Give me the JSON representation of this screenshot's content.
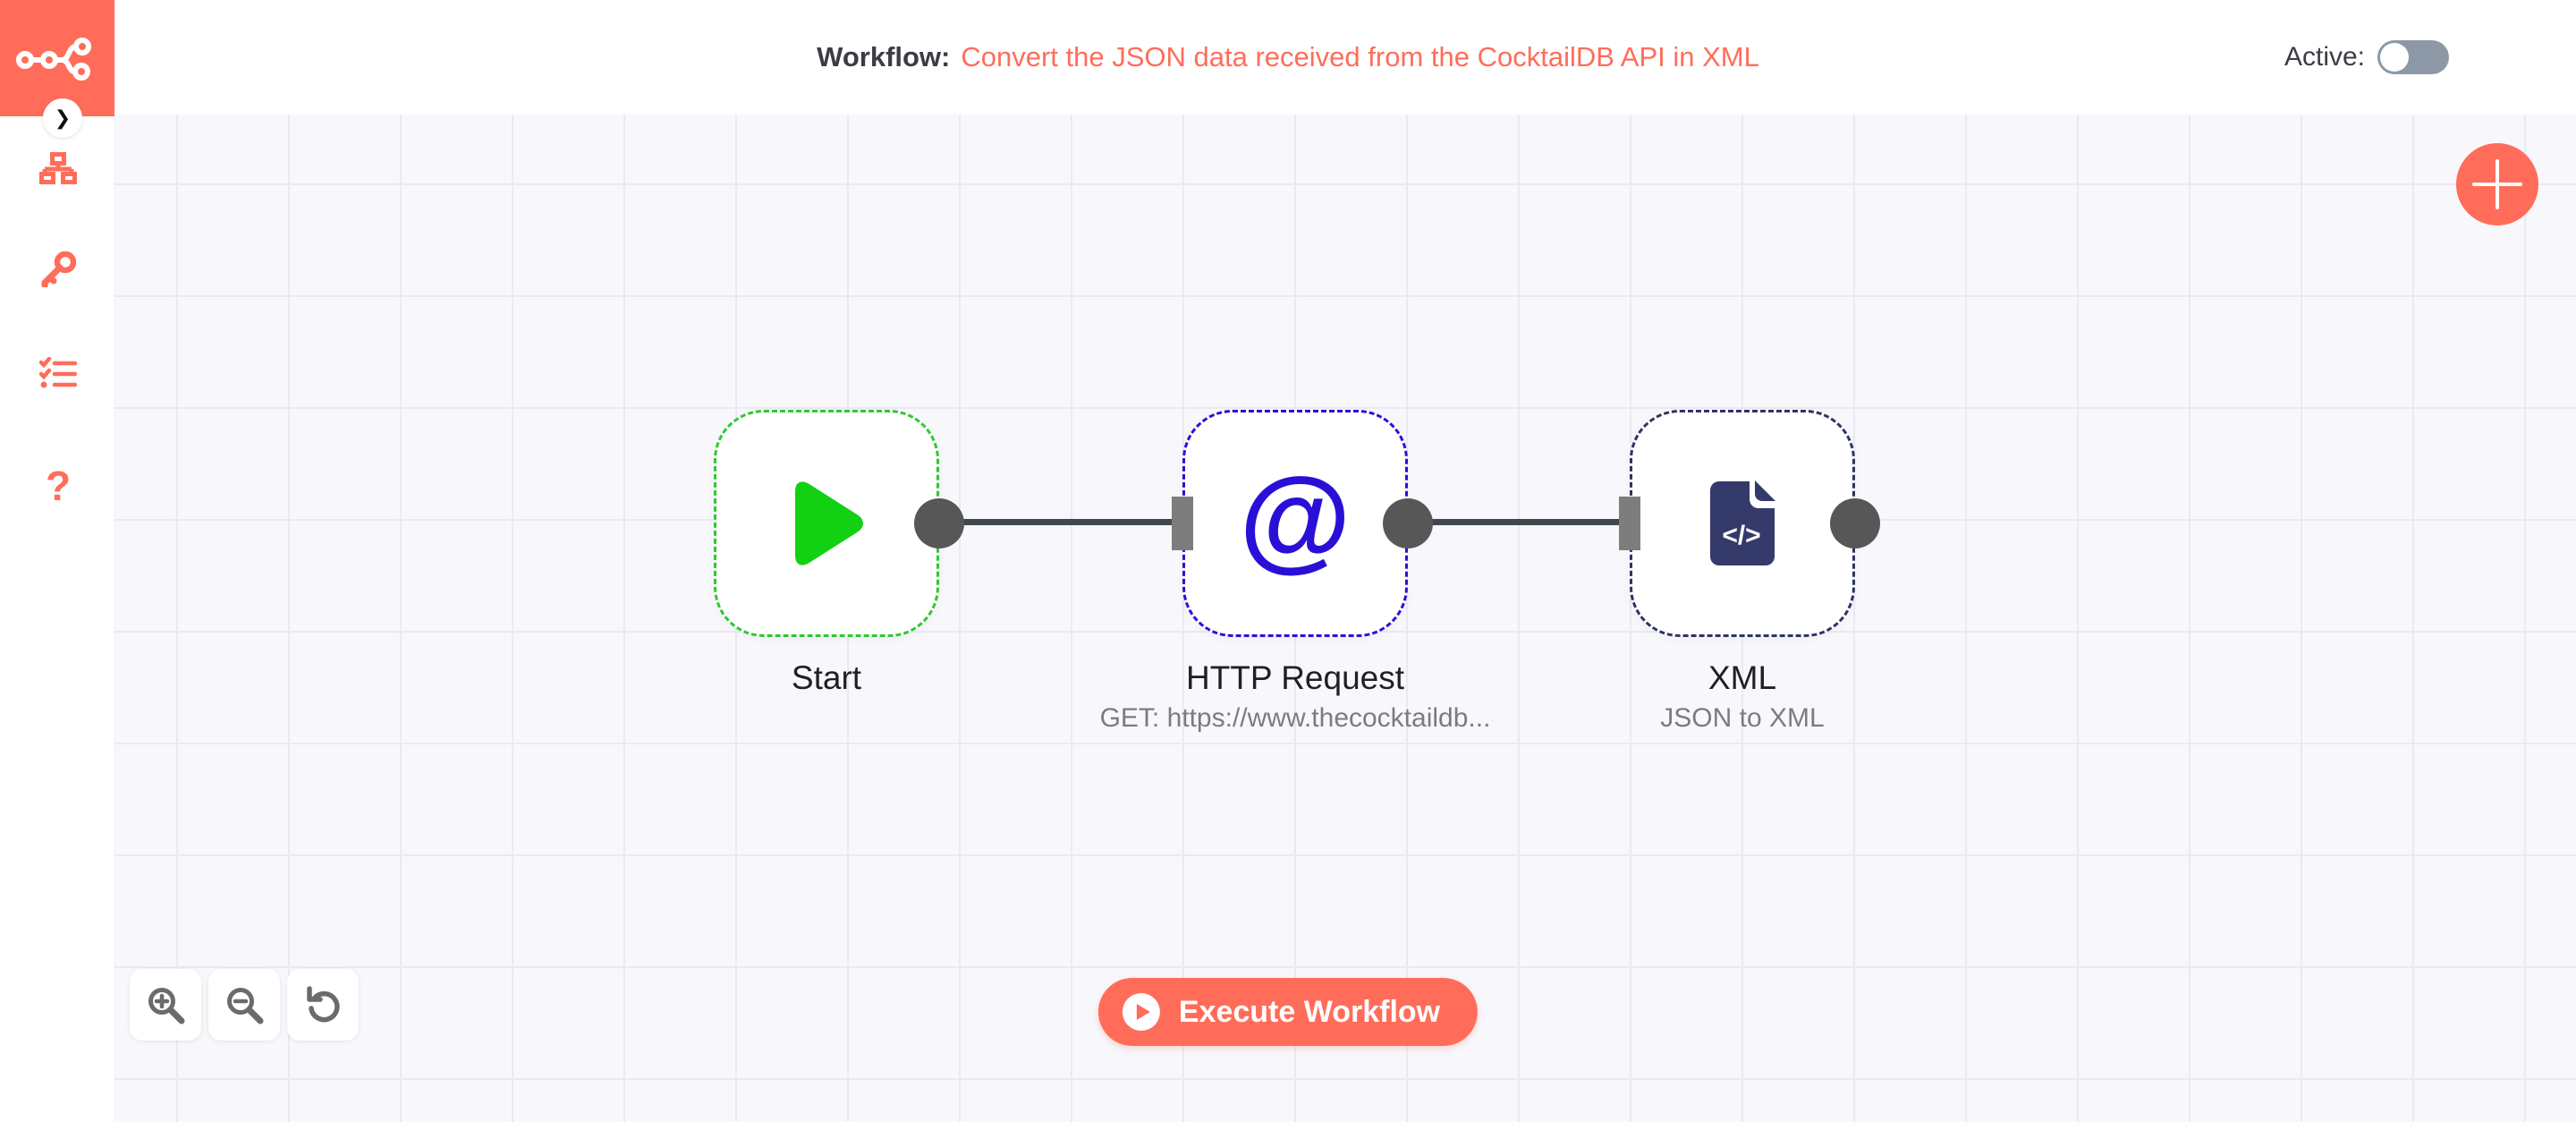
{
  "header": {
    "workflow_label": "Workflow:",
    "workflow_name": "Convert the JSON data received from the CocktailDB API in XML",
    "active_label": "Active:",
    "active_state": "off"
  },
  "sidebar": {
    "logo_icon": "n8n-logo",
    "collapse_glyph": "❯",
    "items": [
      {
        "icon": "sitemap-icon"
      },
      {
        "icon": "key-icon"
      },
      {
        "icon": "checklist-icon"
      },
      {
        "icon": "question-icon",
        "glyph": "?"
      }
    ]
  },
  "canvas": {
    "nodes": [
      {
        "label": "Start",
        "subtitle": "",
        "icon": "play-icon"
      },
      {
        "label": "HTTP Request",
        "subtitle": "GET: https://www.thecocktaildb...",
        "icon": "at-icon",
        "icon_glyph": "@"
      },
      {
        "label": "XML",
        "subtitle": "JSON to XML",
        "icon": "xml-file-icon",
        "file_glyph": "</>"
      }
    ],
    "connections": 2,
    "add_button_glyph": "+",
    "zoom_controls": [
      {
        "icon": "zoom-in-icon"
      },
      {
        "icon": "zoom-out-icon"
      },
      {
        "icon": "reset-zoom-icon"
      }
    ],
    "execute_button": {
      "label": "Execute Workflow",
      "icon": "play-circle-icon"
    }
  },
  "colors": {
    "accent": "#ff6d5a",
    "start_green_border": "#2fc82f",
    "start_green_icon": "#12d112",
    "http_blue": "#2a10d6",
    "xml_navy": "#343a69",
    "connector_circle": "#575757",
    "connector_rect": "#7d7d7d",
    "connection_line": "#40474e",
    "toggle_track": "#8d98a7",
    "canvas_bg": "#f8f8fc",
    "grid_line": "#eae9f4"
  }
}
